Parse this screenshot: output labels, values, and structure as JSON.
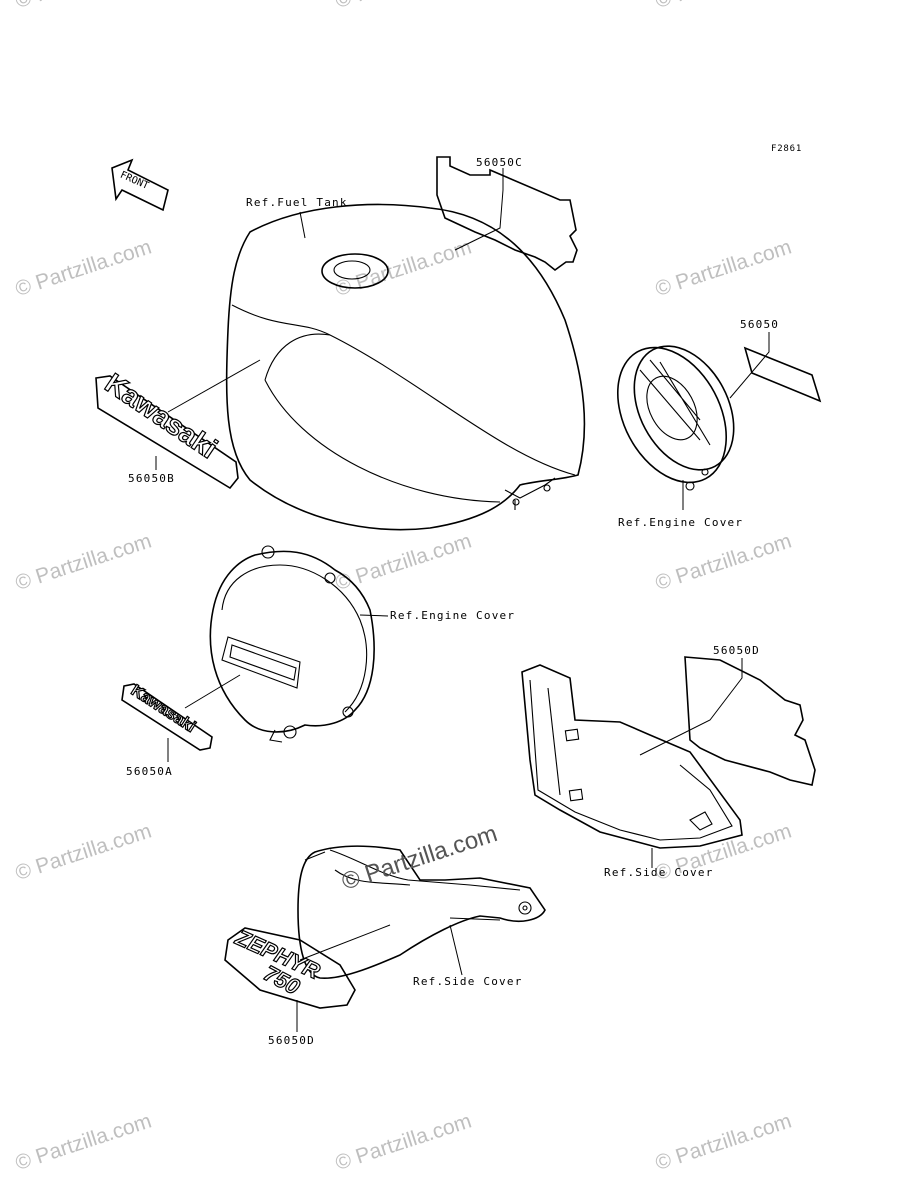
{
  "figure_id": "F2861",
  "front_arrow_label": "FRONT",
  "watermark": {
    "tile_text": "© Partzilla.com",
    "center_text": "© Partzilla.com"
  },
  "refs": {
    "fuel_tank": "Ref.Fuel Tank",
    "engine_cover_right": "Ref.Engine Cover",
    "engine_cover_left": "Ref.Engine Cover",
    "side_cover_right": "Ref.Side Cover",
    "side_cover_left": "Ref.Side Cover"
  },
  "parts": {
    "p56050C": "56050C",
    "p56050": "56050",
    "p56050B": "56050B",
    "p56050A": "56050A",
    "p56050D_right": "56050D",
    "p56050D_left": "56050D"
  },
  "emblems": {
    "kawasaki_large": "Kawasaki",
    "kawasaki_small": "Kawasaki",
    "zephyr_text": "ZEPHYR",
    "zephyr_number": "750"
  }
}
